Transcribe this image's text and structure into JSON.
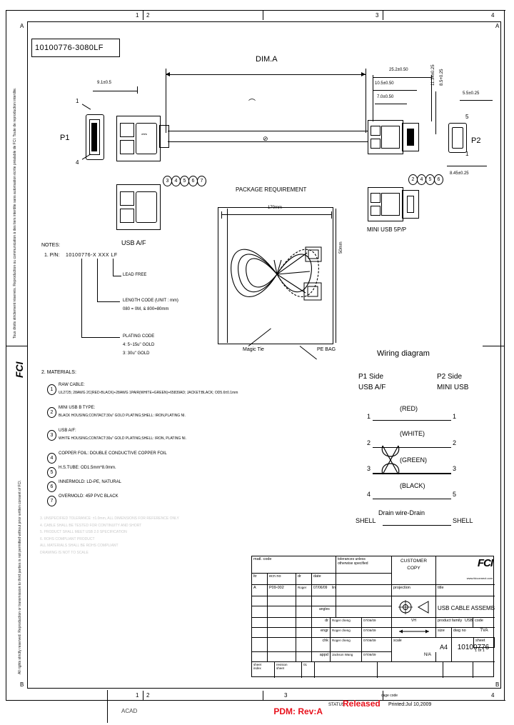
{
  "drawing": {
    "part_number_box": "10100776-3080LF",
    "dim_a_label": "DIM.A",
    "p1_label": "P1",
    "p2_label": "P2",
    "p1_connector_name": "USB A/F",
    "p2_connector_name": "MINI USB 5P/P",
    "p1_pin_top": "1",
    "p1_pin_bottom": "4",
    "p2_pin_top": "5",
    "p2_pin_bottom": "1",
    "small_dim_left": "9.1±0.5",
    "p1_balloons": [
      "3",
      "4",
      "5",
      "6",
      "7"
    ],
    "p2_balloons": [
      "2",
      "4",
      "5",
      "6"
    ]
  },
  "dimensions": {
    "overall": "25.2±0.50",
    "mid": "10.5±0.50",
    "inner": "7.0±0.50",
    "height_vert": "11.34±0.25",
    "height_vert2": "8.5+0.25",
    "right_top": "5.5±0.25",
    "right_bottom": "8.45±0.25"
  },
  "package": {
    "title": "PACKAGE REQUIREMENT",
    "width": "170mm",
    "height": "50mm",
    "callout_tie": "Magic Tie",
    "callout_bag": "PE BAG"
  },
  "notes": {
    "heading": "NOTES:",
    "item1_label": "1. P/N:",
    "item1_value": "10100776-X XXX LF",
    "leader_lead_free": "LEAD FREE",
    "leader_length_1": "LENGTH CODE (UNIT : mm)",
    "leader_length_2": "080 = 0M, & 800=80mm",
    "leader_plating_1": "PLATING CODE",
    "leader_plating_2": "4: 5~15u\" GOLD",
    "leader_plating_3": "3: 30u\" GOLD",
    "materials_heading": "2. MATERIALS:",
    "materials": [
      {
        "num": "1",
        "title": "RAW CABLE:",
        "text": "UL2725; 28AWG 2C(RED-BLACK)+28AWG 1PAIR(WHITE+GREEN)+65839AD; JACKET:BLACK; OD5.6±0.1mm"
      },
      {
        "num": "2",
        "title": "MINI USB B TYPE:",
        "text": "BLACK HOUSING;CONTACT:30u\" GOLD PLATING;SHELL: IRON,PLATING NI."
      },
      {
        "num": "3",
        "title": "USB A/F:",
        "text": "WHITE HOUSING;CONTACT:30u\" GOLD PLATING;SHELL: IRON, PLATING NI."
      },
      {
        "num": "4",
        "title": "COPPER FOIL:",
        "text": "DOUBLE CONDUCTIVE COPPER FOIL"
      },
      {
        "num": "5",
        "title": "H.S.TUBE:",
        "text": "OD1.5mm*8.0mm."
      },
      {
        "num": "6",
        "title": "INNERMOLD:",
        "text": "LD-PE, NATURAL"
      },
      {
        "num": "7",
        "title": "OVERMOLD:",
        "text": "45P PVC BLACK"
      }
    ],
    "footer_lines": [
      "3. UNSPECIFIED TOLERANCE: ±1.0mm, ALL DIMENSIONS FOR REFERENCE ONLY",
      "4. CABLE SHALL BE TESTED FOR CONTINUITY AND SHORT",
      "5. PRODUCT SHALL MEET USB 2.0 SPECIFICATION",
      "6. ROHS COMPLIANT PRODUCT",
      "   ALL MATERIALS SHALL BE ROHS COMPLIANT",
      "   DRAWING IS NOT TO SCALE"
    ]
  },
  "wiring": {
    "title": "Wiring diagram",
    "p1_head_1": "P1 Side",
    "p1_head_2": "USB A/F",
    "p2_head_1": "P2 Side",
    "p2_head_2": "MINI USB",
    "rows": [
      {
        "left": "1",
        "color": "(RED)",
        "right": "1"
      },
      {
        "left": "2",
        "color": "(WHITE)",
        "right": "2"
      },
      {
        "left": "3",
        "color": "(GREEN)",
        "right": "3"
      },
      {
        "left": "4",
        "color": "(BLACK)",
        "right": "5"
      }
    ],
    "shell_left": "SHELL",
    "shell_right": "SHELL",
    "shell_text": "Drain wire-Drain"
  },
  "title_block": {
    "matl_code": "matl. code",
    "tolerances": "tolerances unless\notherwise specified",
    "customer_copy_1": "CUSTOMER",
    "customer_copy_2": "COPY",
    "brand": "FCI",
    "website": "www.fciconnect.com",
    "rev_headers": [
      "ltr",
      "ecn no",
      "dr",
      "date"
    ],
    "rev_row": [
      "A",
      "P09-002",
      "Roger",
      "07/06/09"
    ],
    "linear_label": "linear",
    "angles_label": "angles",
    "projection_label": "projection",
    "title_label": "title",
    "title_value": "USB CABLE ASSEMBLY",
    "approvals": [
      {
        "role": "dr",
        "name": "Roger cheng",
        "date": "07/06/09"
      },
      {
        "role": "engr",
        "name": "Roger cheng",
        "date": "07/06/09"
      },
      {
        "role": "chk",
        "name": "Roger cheng",
        "date": "07/06/09"
      },
      {
        "role": "appd",
        "name": "Jackson Wang",
        "date": "07/06/09"
      }
    ],
    "third_angle": "VH",
    "product_family_label": "product family",
    "product_family_value": "USB",
    "code_label": "code",
    "code_value": "TVA",
    "size_label": "size",
    "dwgno_label": "dwg no",
    "size_value": "A4",
    "dwgno_value": "10100776",
    "scale_label": "scale",
    "scale_value": "N/A",
    "sheet_label": "sheet",
    "sheet_value": "1 of 1",
    "sheet_index": "sheet\nindex",
    "revision_sheet": "revision\nsheet",
    "revision_num": "01"
  },
  "status_bar": {
    "pdm": "PDM: Rev:A",
    "status_label": "STATUS:",
    "status_value": "Released",
    "cage_label": "cage code",
    "printed": "Printed:Jul 10,2009",
    "acad": "ACAD"
  },
  "zones": {
    "top": [
      "1",
      "2",
      "3",
      "4"
    ],
    "bottom": [
      "1",
      "2",
      "3",
      "4"
    ],
    "left": [
      "A",
      "B"
    ],
    "right": [
      "A",
      "B"
    ]
  },
  "margin_text": {
    "left": "Tous droits strictement réservés. Reproduction ou communication à des tiers interdite sans autorisation écrite préalable de FCI. Toute de reproduction interdite.",
    "left2": "All rights strictly reserved. Reproduction or transmission to third parties is not permitted without prior written consent of FCI."
  }
}
